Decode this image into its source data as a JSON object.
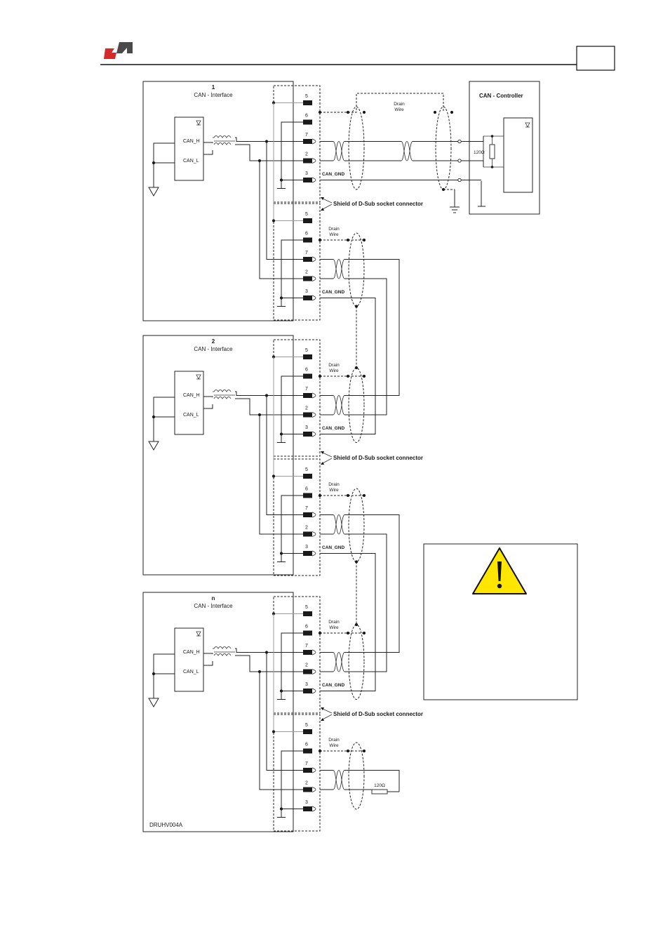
{
  "header": {
    "logo_colors": {
      "red": "#d42a2a",
      "dark": "#4a4a4a"
    },
    "page_number": ""
  },
  "nodes": [
    {
      "number": "1",
      "title": "CAN -  Interface",
      "chip_h": "CAN_H",
      "chip_l": "CAN_L"
    },
    {
      "number": "2",
      "title": "CAN -  Interface",
      "chip_h": "CAN_H",
      "chip_l": "CAN_L"
    },
    {
      "number": "n",
      "title": "CAN -  Interface",
      "chip_h": "CAN_H",
      "chip_l": "CAN_L"
    }
  ],
  "pins": [
    "5",
    "6",
    "7",
    "2",
    "3"
  ],
  "labels": {
    "can_gnd": "CAN_GND",
    "drain_wire_line1": "Drain",
    "drain_wire_line2": "Wire",
    "shield": "Shield of D-Sub socket connector",
    "controller": "CAN -  Controller",
    "resistor": "120Ω",
    "drawing_id": "DRUHV004A"
  },
  "warning": {
    "icon": "warning-triangle-icon",
    "color": "#ffe600"
  }
}
